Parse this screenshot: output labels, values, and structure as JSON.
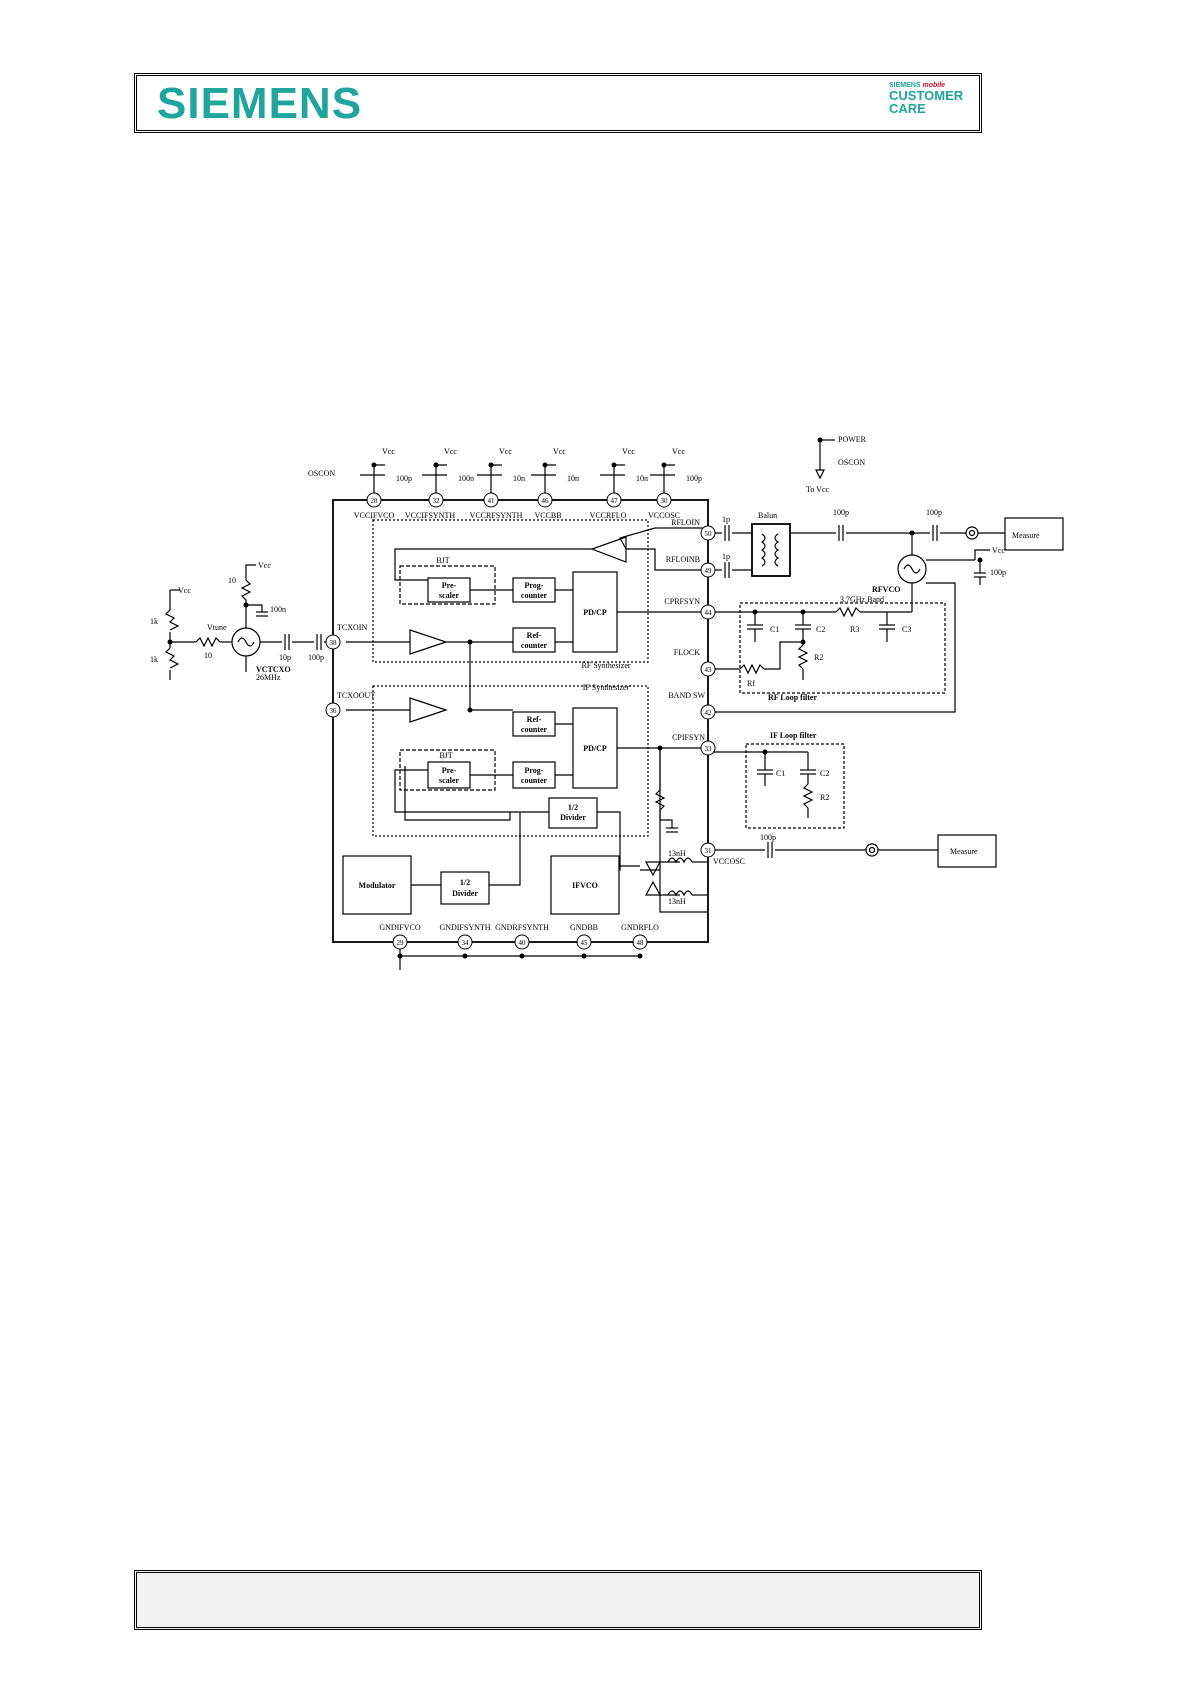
{
  "header": {
    "brand_logo": "SIEMENS",
    "cc_logo": {
      "line1": "SIEMENS",
      "line1b": "mobile",
      "line2": "CUSTOMER",
      "line3": "CARE"
    }
  },
  "diagram": {
    "top_labels": {
      "oscon": "OSCON",
      "vcc": "Vcc",
      "power": "POWER",
      "oscon2": "OSCON",
      "to_vcc": "To Vcc"
    },
    "caps_top": [
      "100p",
      "100n",
      "10n",
      "10n",
      "10n",
      "100p"
    ],
    "top_pins": [
      {
        "label": "VCCIFVCO",
        "num": "28"
      },
      {
        "label": "VCCIFSYNTH",
        "num": "32"
      },
      {
        "label": "VCCRFSYNTH",
        "num": "41"
      },
      {
        "label": "VCCBB",
        "num": "46"
      },
      {
        "label": "VCCRFLO",
        "num": "47"
      },
      {
        "label": "VCCOSC",
        "num": "30"
      }
    ],
    "right_pins": [
      {
        "label": "RFLOIN",
        "num": "50"
      },
      {
        "label": "RFLOINB",
        "num": "49"
      },
      {
        "label": "CPRFSYN",
        "num": "44"
      },
      {
        "label": "FLOCK",
        "num": "43"
      },
      {
        "label": "BAND SW",
        "num": "42"
      },
      {
        "label": "CPIFSYN",
        "num": "33"
      },
      {
        "label": "VCCOSC",
        "num": "31"
      }
    ],
    "left_pins": [
      {
        "label": "TCXOIN",
        "num": "38"
      },
      {
        "label": "TCXOOUT",
        "num": "36"
      }
    ],
    "bottom_pins": [
      {
        "label": "GNDIFVCO",
        "num": "29"
      },
      {
        "label": "GNDIFSYNTH",
        "num": "34"
      },
      {
        "label": "GNDRFSYNTH",
        "num": "40"
      },
      {
        "label": "GNDBB",
        "num": "45"
      },
      {
        "label": "GNDRFLO",
        "num": "48"
      }
    ],
    "blocks": {
      "bjt1": "BJT",
      "prescaler1a": "Pre-",
      "prescaler1b": "scaler",
      "prog1a": "Prog-",
      "prog1b": "counter",
      "pdcp1": "PD/CP",
      "ref1a": "Ref-",
      "ref1b": "counter",
      "rf_synth": "RF Synthesizer",
      "if_synth": "IF Synthesizer",
      "ref2a": "Ref-",
      "ref2b": "counter",
      "pdcp2": "PD/CP",
      "bjt2": "BJT",
      "prescaler2a": "Pre-",
      "prescaler2b": "scaler",
      "prog2a": "Prog-",
      "prog2b": "counter",
      "div1a": "1/2",
      "div1b": "Divider",
      "modulator": "Modulator",
      "div2a": "1/2",
      "div2b": "Divider",
      "ifvco": "IFVCO"
    },
    "left_circuit": {
      "vcc1": "Vcc",
      "vcc2": "Vcc",
      "r10": "10",
      "c100n": "100n",
      "r1k_a": "1k",
      "r1k_b": "1k",
      "vtune": "Vtune",
      "r10b": "10",
      "vctcxo": "VCTCXO",
      "freq": "26MHz",
      "c10p": "10p",
      "c100p": "100p"
    },
    "right_circuit": {
      "c1p_a": "1p",
      "c1p_b": "1p",
      "balun": "Balun",
      "c100p_a": "100p",
      "c100p_b": "100p",
      "measure1": "Measure",
      "vcc": "Vcc",
      "c100p_c": "100p",
      "rfvco": "RFVCO",
      "band": "3.7GHz Band",
      "rf_c1": "C1",
      "rf_c2": "C2",
      "rf_r3": "R3",
      "rf_c3": "C3",
      "rf_r2": "R2",
      "rf_rf": "Rf",
      "rf_loop": "RF Loop filter",
      "if_loop": "IF Loop filter",
      "if_c1": "C1",
      "if_c2": "C2",
      "if_r2": "R2",
      "c100p_d": "100p",
      "measure2": "Measure",
      "ind1": "13nH",
      "ind2": "13nH"
    }
  }
}
